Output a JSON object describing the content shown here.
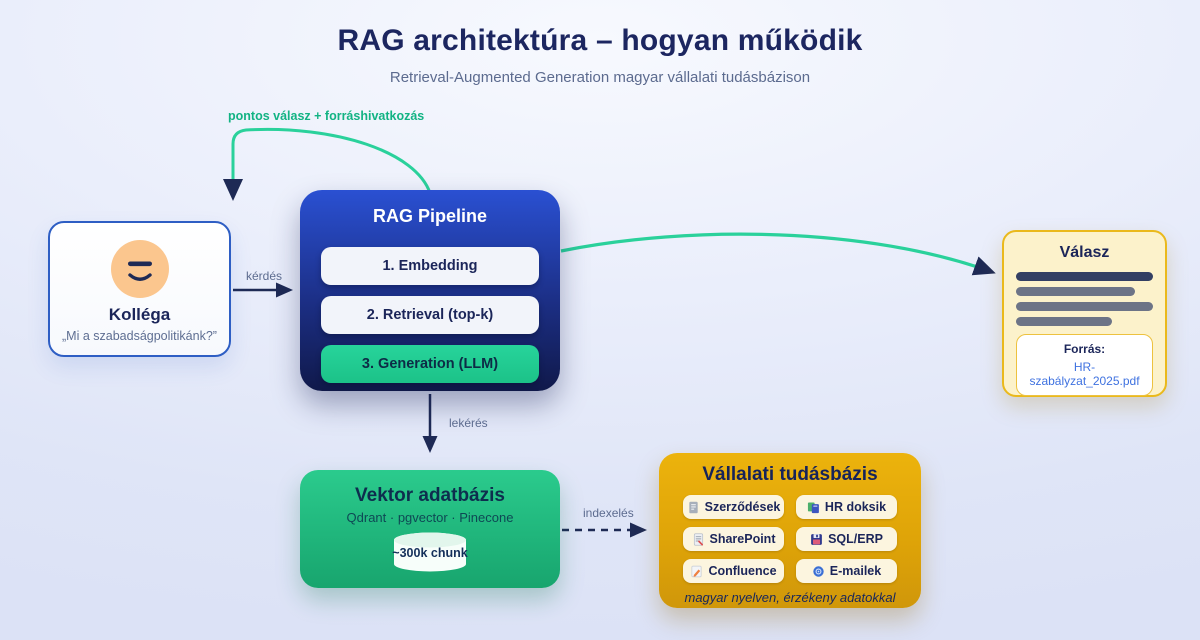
{
  "page": {
    "title": "RAG architektúra – hogyan működik",
    "subtitle": "Retrieval-Augmented Generation magyar vállalati tudásbázison"
  },
  "feedback_label": "pontos válasz + forráshivatkozás",
  "arrows": {
    "question": "kérdés",
    "retrieve": "lekérés",
    "index": "indexelés"
  },
  "colleague": {
    "title": "Kolléga",
    "quote": "„Mi a szabadságpolitikánk?”",
    "avatar_icon": "smiley-face-icon"
  },
  "pipeline": {
    "title": "RAG Pipeline",
    "steps": [
      "1. Embedding",
      "2. Retrieval (top-k)",
      "3. Generation (LLM)"
    ]
  },
  "answer": {
    "title": "Válasz",
    "source_label": "Forrás:",
    "source_file": "HR-szabályzat_2025.pdf"
  },
  "vector_db": {
    "title": "Vektor adatbázis",
    "subtitle": "Qdrant · pgvector · Pinecone",
    "chunk_badge": "~300k chunk",
    "icon": "database-cylinder-icon"
  },
  "knowledge_base": {
    "title": "Vállalati tudásbázis",
    "items": [
      {
        "label": "Szerződések",
        "icon": "document-icon"
      },
      {
        "label": "HR doksik",
        "icon": "books-icon"
      },
      {
        "label": "SharePoint",
        "icon": "page-icon"
      },
      {
        "label": "SQL/ERP",
        "icon": "floppy-disk-icon"
      },
      {
        "label": "Confluence",
        "icon": "memo-icon"
      },
      {
        "label": "E-mailek",
        "icon": "email-icon"
      }
    ],
    "footnote": "magyar nyelven, érzékeny adatokkal"
  },
  "colors": {
    "accent_green": "#2ad19b",
    "navy": "#1b2559",
    "pipeline_blue": "#2a50d2",
    "answer_gold_border": "#eab91c",
    "kb_amber": "#e9ad0b",
    "vector_green": "#23bd85",
    "source_link_blue": "#3f72e0"
  }
}
